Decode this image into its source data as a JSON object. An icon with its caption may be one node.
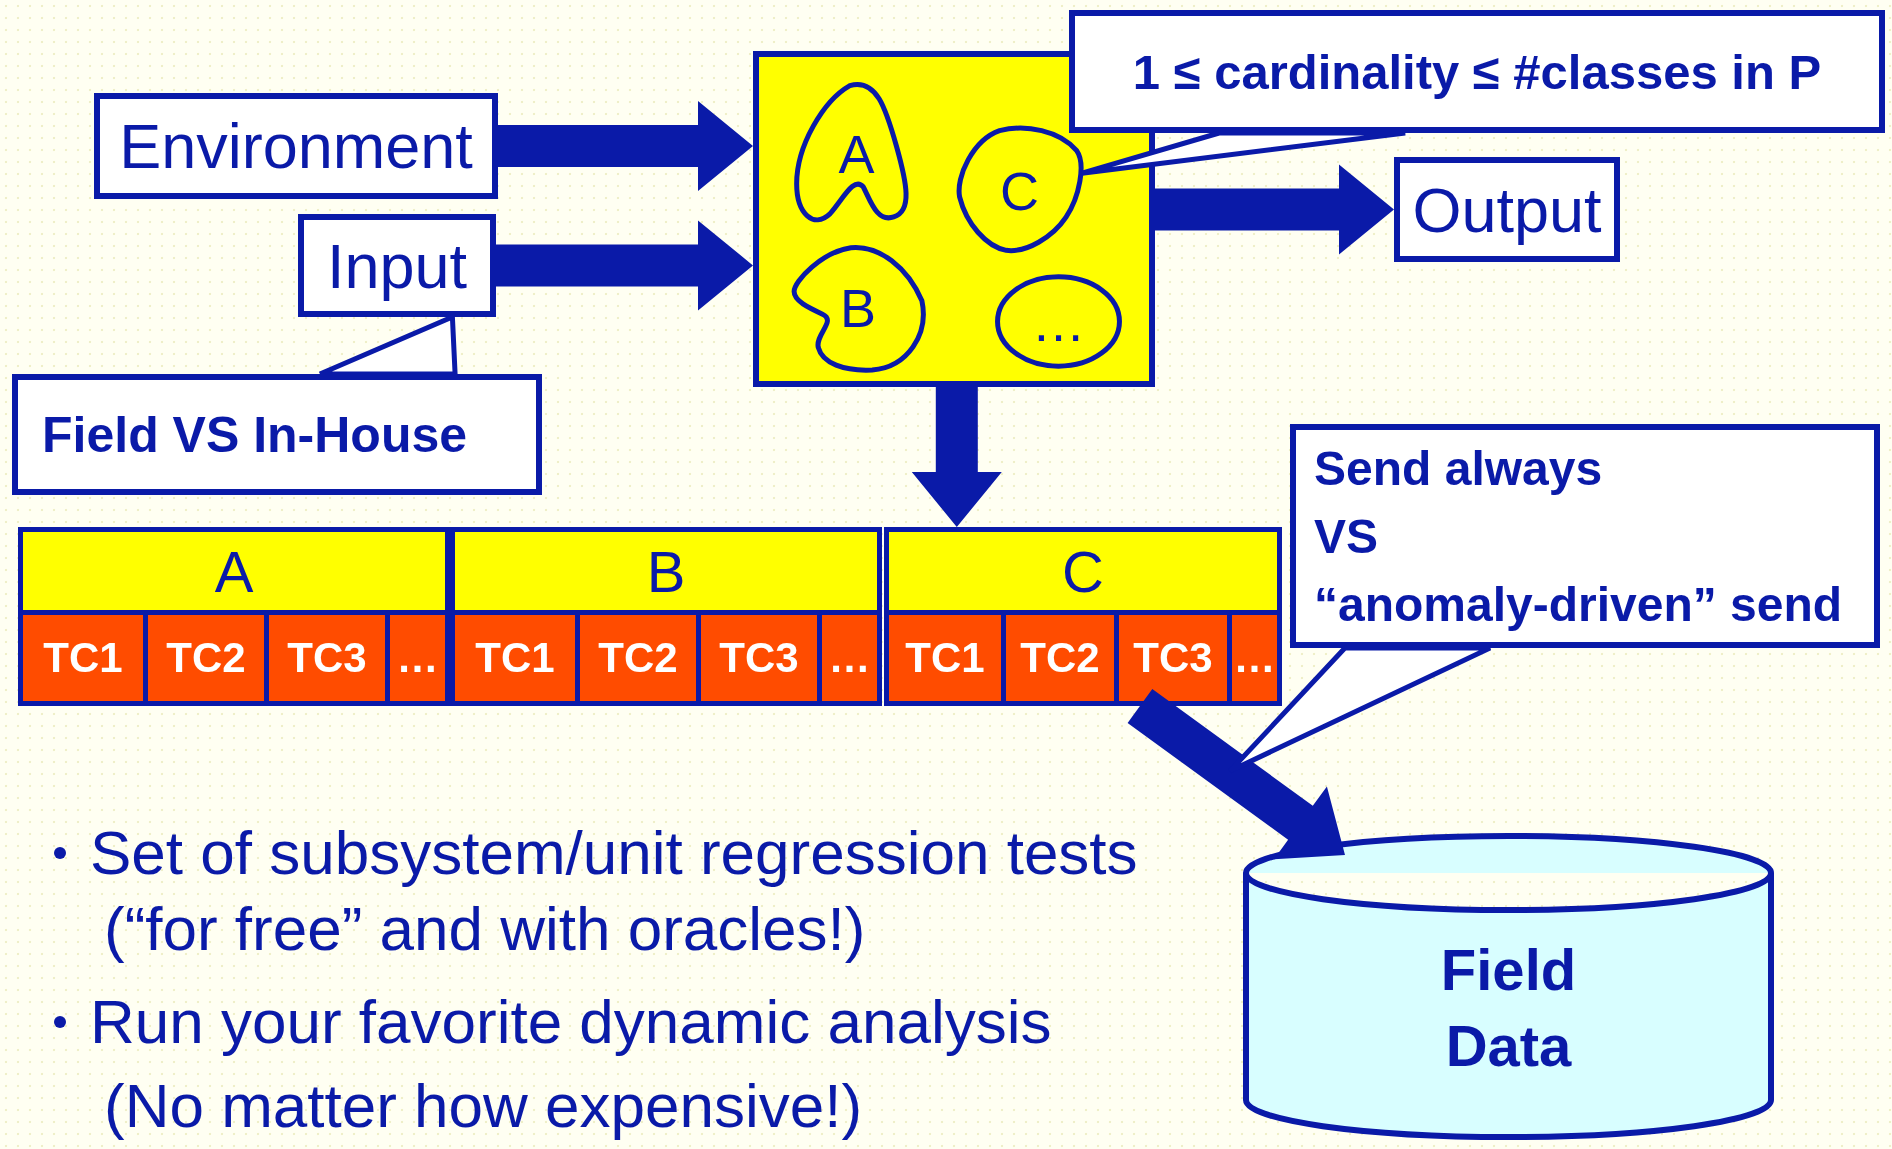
{
  "diagram": {
    "nodes": [
      {
        "text": [
          "Environment"
        ]
      },
      {
        "text": [
          "Input"
        ]
      },
      {
        "text": [
          "Field VS In-House"
        ]
      },
      {
        "text": [],
        "shape": "box"
      },
      {
        "text": [
          "A"
        ],
        "in": 3
      },
      {
        "text": [
          "C"
        ],
        "in": 3
      },
      {
        "text": [
          "B"
        ],
        "in": 3
      },
      {
        "text": [
          "…"
        ],
        "in": 3
      },
      {
        "text": [
          "1 ≤ cardinality ≤ #classes in P"
        ]
      },
      {
        "text": [
          "Output"
        ]
      },
      {
        "text": [
          "A"
        ]
      },
      {
        "text": [
          "TC1"
        ],
        "in": 10
      },
      {
        "text": [
          "TC2"
        ],
        "in": 10
      },
      {
        "text": [
          "TC3"
        ],
        "in": 10
      },
      {
        "text": [
          "…"
        ],
        "in": 10
      },
      {
        "text": [
          "B"
        ]
      },
      {
        "text": [
          "TC1"
        ],
        "in": 15
      },
      {
        "text": [
          "TC2"
        ],
        "in": 15
      },
      {
        "text": [
          "TC3"
        ],
        "in": 15
      },
      {
        "text": [
          "…"
        ],
        "in": 15
      },
      {
        "text": [
          "C"
        ]
      },
      {
        "text": [
          "TC1"
        ],
        "in": 20
      },
      {
        "text": [
          "TC2"
        ],
        "in": 20
      },
      {
        "text": [
          "TC3"
        ],
        "in": 20
      },
      {
        "text": [
          "…"
        ],
        "in": 20
      },
      {
        "text": [
          "Send always",
          "VS",
          "“anomaly-driven” send"
        ]
      },
      {
        "text": [
          "Field Data"
        ]
      }
    ],
    "edges": [
      {
        "from": 0,
        "to": 3,
        "arrow": "to",
        "style": "thick"
      },
      {
        "from": 1,
        "to": 3,
        "arrow": "to",
        "style": "thick"
      },
      {
        "from": 3,
        "to": 9,
        "arrow": "to",
        "style": "thick"
      },
      {
        "from": 3,
        "to": 20,
        "arrow": "to",
        "style": "thick"
      },
      {
        "from": 20,
        "to": 26,
        "arrow": "to",
        "style": "thick"
      },
      {
        "from": 2,
        "to": 1,
        "arrow": "none"
      },
      {
        "from": 8,
        "to": 5,
        "arrow": "none"
      },
      {
        "from": 25,
        "to": null,
        "arrow": "none"
      }
    ],
    "labels": [
      "Set of subsystem/unit regression tests (“for free” and with oracles!)",
      "Run your favorite dynamic analysis (No matter how expensive!)"
    ]
  }
}
